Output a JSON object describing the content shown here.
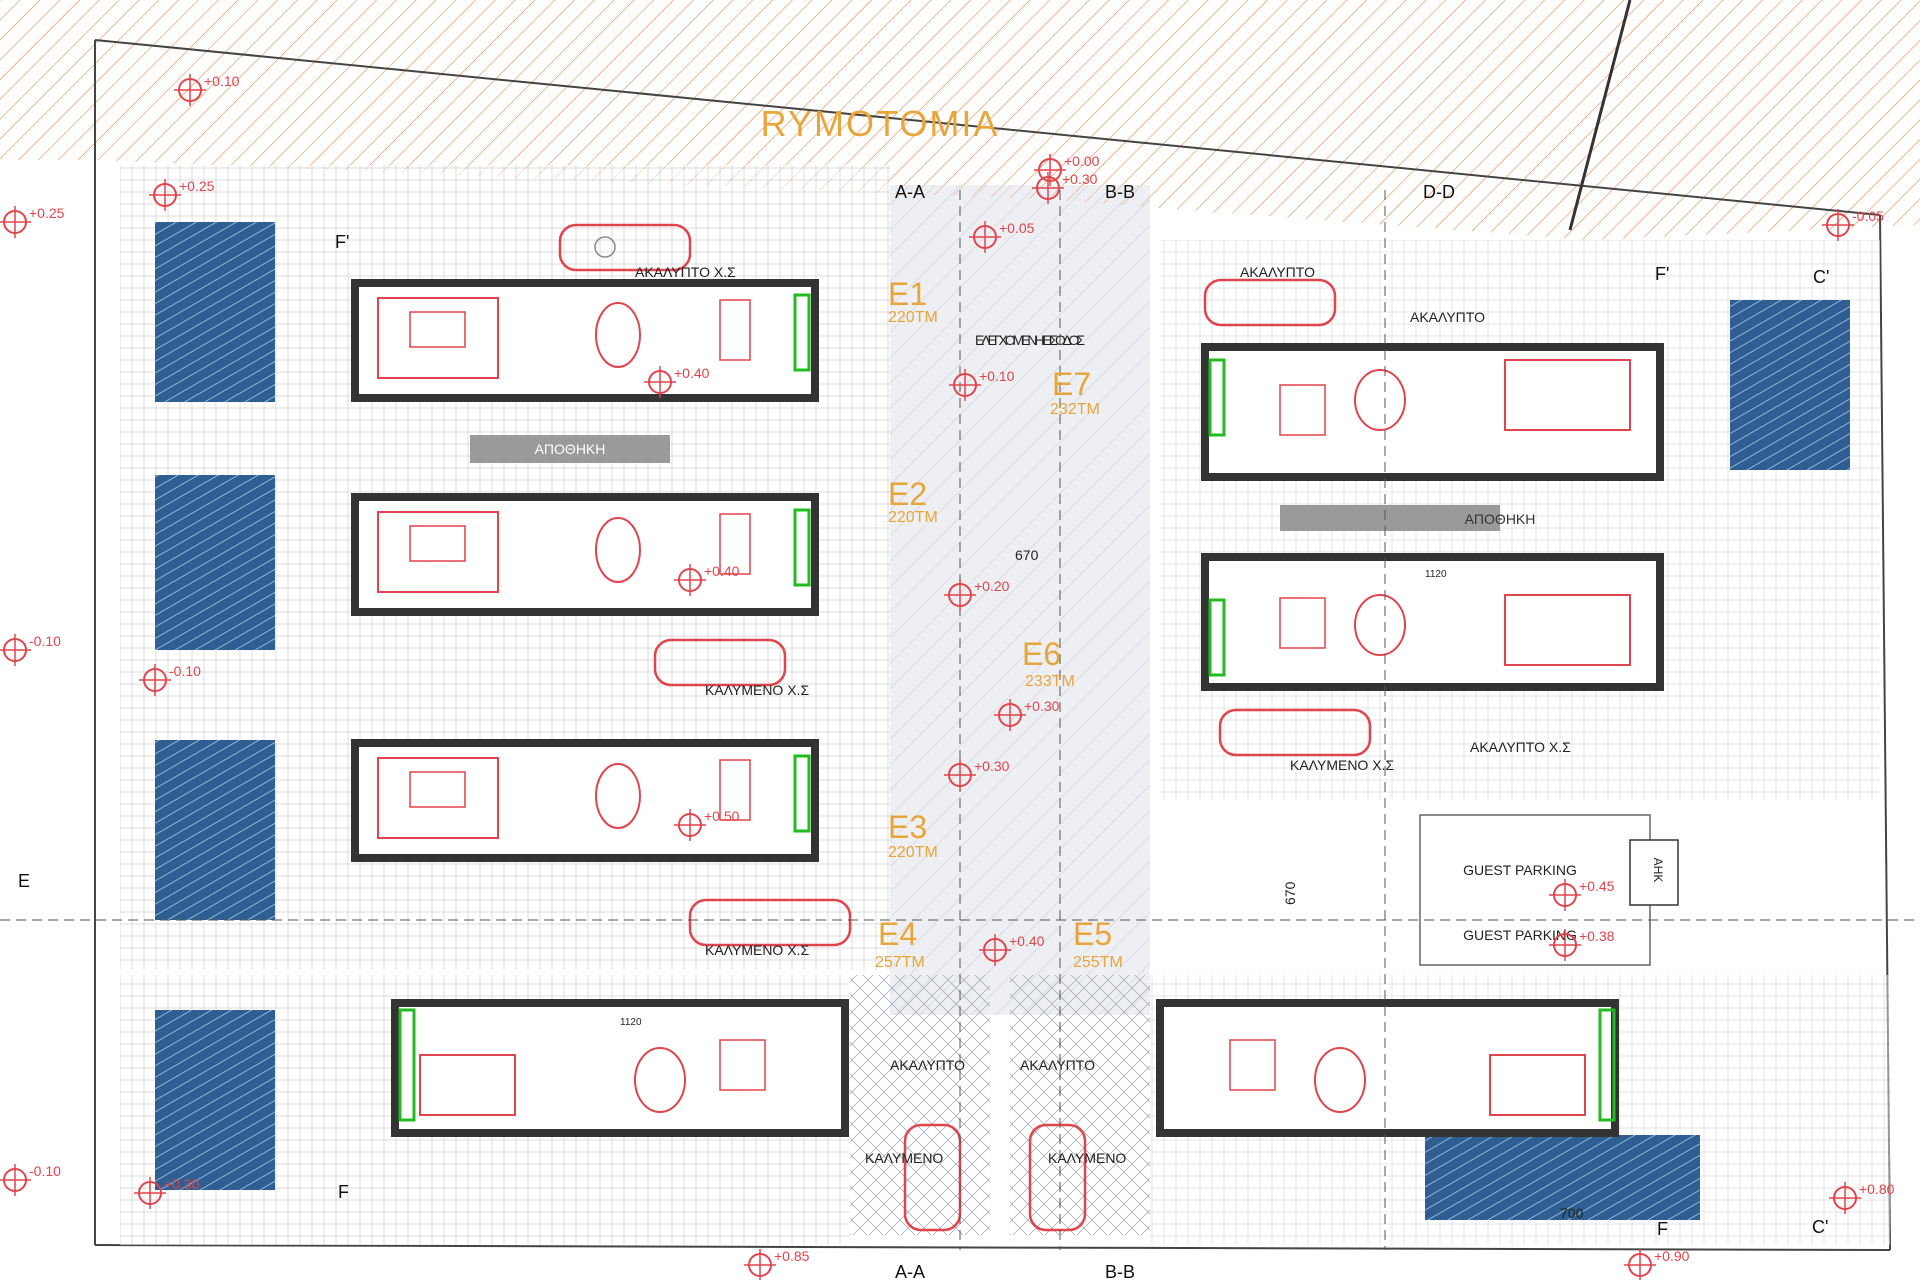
{
  "title": "RYMOTOMIA",
  "colors": {
    "hatch_orange": "#e8894a",
    "wall": "#333333",
    "furniture": "#e0444c",
    "unit_label": "#e8a53a",
    "pool_fill": "#2f5f92",
    "paving": "#c9ccd6",
    "green_line": "#22bb22"
  },
  "units": [
    {
      "id": "E1",
      "area": "220ΤΜ"
    },
    {
      "id": "E2",
      "area": "220ΤΜ"
    },
    {
      "id": "E3",
      "area": "220ΤΜ"
    },
    {
      "id": "E4",
      "area": "257ΤΜ"
    },
    {
      "id": "E5",
      "area": "255ΤΜ"
    },
    {
      "id": "E6",
      "area": "233ΤΜ"
    },
    {
      "id": "E7",
      "area": "232ΤΜ"
    }
  ],
  "sections": {
    "aa": "A-A",
    "bb": "B-B",
    "dd": "D-D",
    "e": "E",
    "f": "F",
    "f_prime": "F'",
    "c_prime": "C'"
  },
  "labels": {
    "controlled_entrance": "ΕΛΕΓΧΟΜΕΝΗ ΕΙΣΟΔΟΣ",
    "storage": "ΑΠΟΘΗΚΗ",
    "uncovered_parking": "ΑΚΑΛΥΠΤΟ Χ.Σ",
    "uncovered": "ΑΚΑΛΥΠΤΟ",
    "covered_parking": "ΚΑΛΥΜΕΝΟ Χ.Σ",
    "covered": "ΚΑΛΥΜΕΝΟ",
    "guest_parking": "GUEST PARKING",
    "ahk": "ΑΗΚ",
    "dim_670": "670",
    "dim_700": "700",
    "dim_1120": "1120"
  },
  "levels": [
    "+0.10",
    "+0.25",
    "+0.25",
    "+0.00",
    "+0.30",
    "+0.05",
    "-0.05",
    "+0.10",
    "+0.20",
    "+0.30",
    "+0.30",
    "+0.40",
    "-0.10",
    "-0.10",
    "+0.45",
    "+0.38",
    "-0.10",
    "+0.30",
    "+0.85",
    "+0.90",
    "+0.80",
    "+0.40",
    "+0.40",
    "+0.50"
  ]
}
